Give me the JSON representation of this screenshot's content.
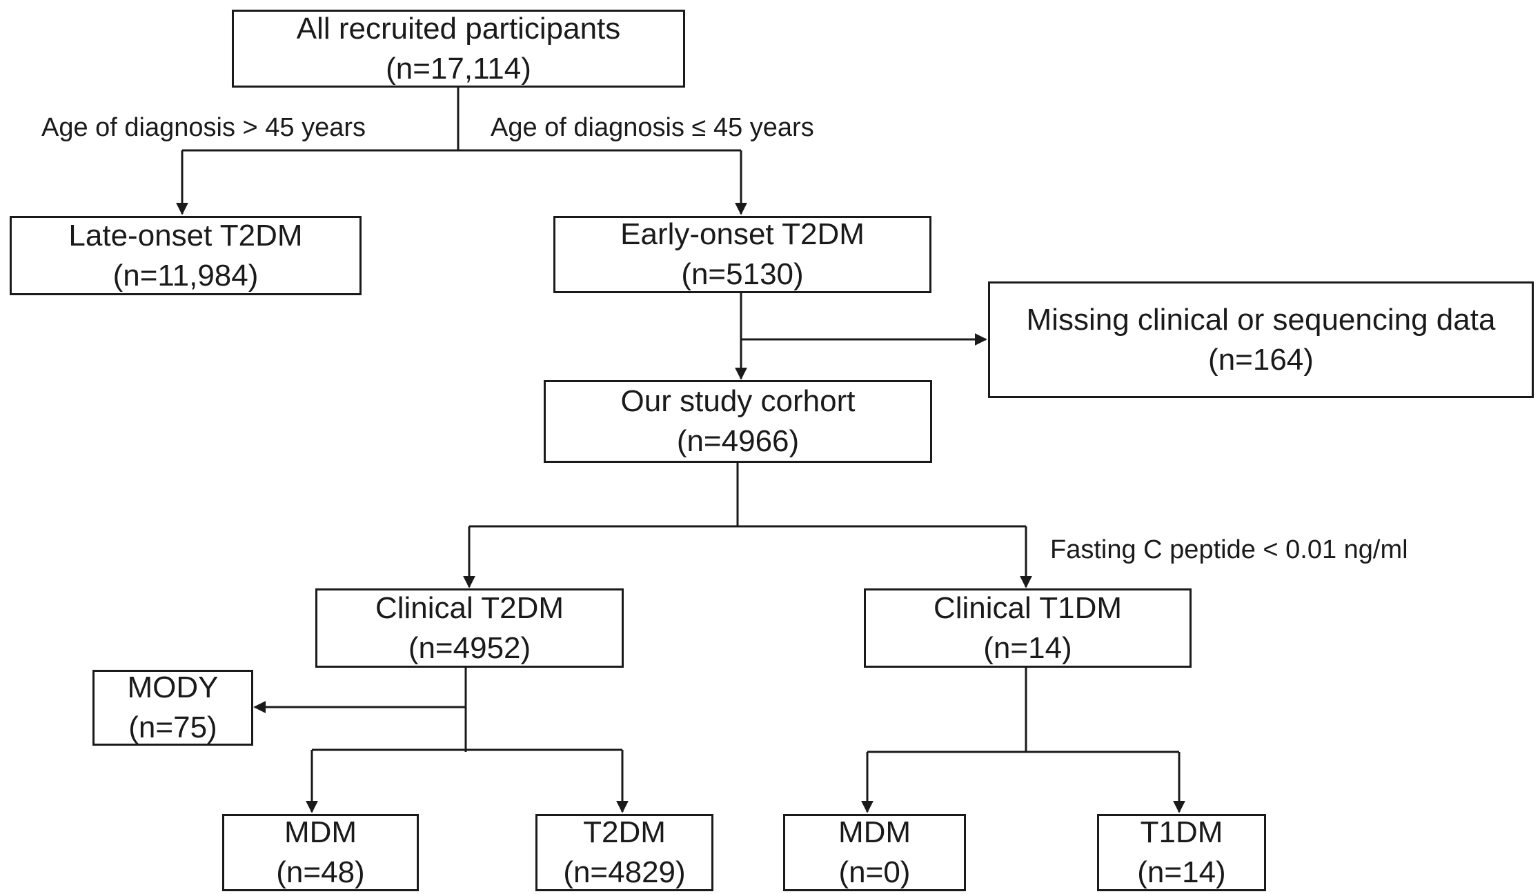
{
  "boxes": {
    "all_recruited": {
      "title": "All recruited participants",
      "count": "(n=17,114)"
    },
    "late_onset": {
      "title": "Late-onset T2DM",
      "count": "(n=11,984)"
    },
    "early_onset": {
      "title": "Early-onset T2DM",
      "count": "(n=5130)"
    },
    "missing_data": {
      "title": "Missing clinical or sequencing data",
      "count": "(n=164)"
    },
    "study_cohort": {
      "title": "Our study corhort",
      "count": "(n=4966)"
    },
    "clinical_t2dm": {
      "title": "Clinical T2DM",
      "count": "(n=4952)"
    },
    "clinical_t1dm": {
      "title": "Clinical T1DM",
      "count": "(n=14)"
    },
    "mody": {
      "title": "MODY",
      "count": "(n=75)"
    },
    "mdm_t2": {
      "title": "MDM",
      "count": "(n=48)"
    },
    "t2dm": {
      "title": "T2DM",
      "count": "(n=4829)"
    },
    "mdm_t1": {
      "title": "MDM",
      "count": "(n=0)"
    },
    "t1dm": {
      "title": "T1DM",
      "count": "(n=14)"
    }
  },
  "labels": {
    "age_over_45": "Age of diagnosis > 45 years",
    "age_under_45": "Age of diagnosis ≤ 45 years",
    "fasting_c_peptide": "Fasting C peptide < 0.01 ng/ml"
  },
  "colors": {
    "line": "#1a1a1a",
    "background": "#ffffff"
  }
}
